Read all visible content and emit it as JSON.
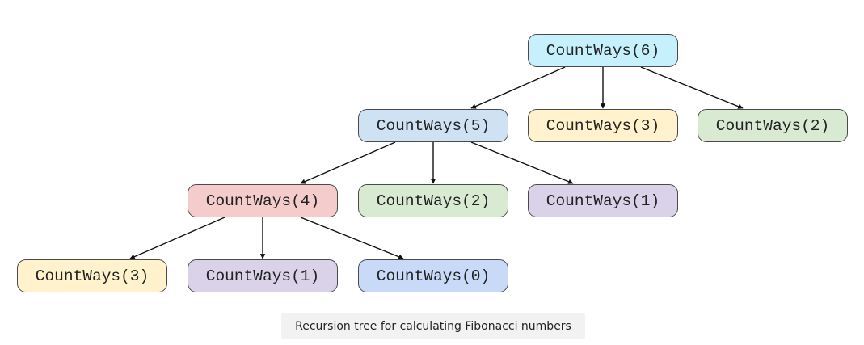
{
  "diagram": {
    "nodes": [
      {
        "id": "n6",
        "label": "CountWays(6)",
        "color": "#c6f0fb"
      },
      {
        "id": "n5",
        "label": "CountWays(5)",
        "color": "#cfe2f3"
      },
      {
        "id": "n3a",
        "label": "CountWays(3)",
        "color": "#fff2cc"
      },
      {
        "id": "n2a",
        "label": "CountWays(2)",
        "color": "#d9ead3"
      },
      {
        "id": "n4",
        "label": "CountWays(4)",
        "color": "#f4cccc"
      },
      {
        "id": "n2b",
        "label": "CountWays(2)",
        "color": "#d9ead3"
      },
      {
        "id": "n1a",
        "label": "CountWays(1)",
        "color": "#d9d2e9"
      },
      {
        "id": "n3b",
        "label": "CountWays(3)",
        "color": "#fff2cc"
      },
      {
        "id": "n1b",
        "label": "CountWays(1)",
        "color": "#d9d2e9"
      },
      {
        "id": "n0",
        "label": "CountWays(0)",
        "color": "#c9daf8"
      }
    ],
    "edges": [
      {
        "from": "n6",
        "to": "n5"
      },
      {
        "from": "n6",
        "to": "n3a"
      },
      {
        "from": "n6",
        "to": "n2a"
      },
      {
        "from": "n5",
        "to": "n4"
      },
      {
        "from": "n5",
        "to": "n2b"
      },
      {
        "from": "n5",
        "to": "n1a"
      },
      {
        "from": "n4",
        "to": "n3b"
      },
      {
        "from": "n4",
        "to": "n1b"
      },
      {
        "from": "n4",
        "to": "n0"
      }
    ]
  },
  "caption": "Recursion tree for calculating Fibonacci numbers"
}
